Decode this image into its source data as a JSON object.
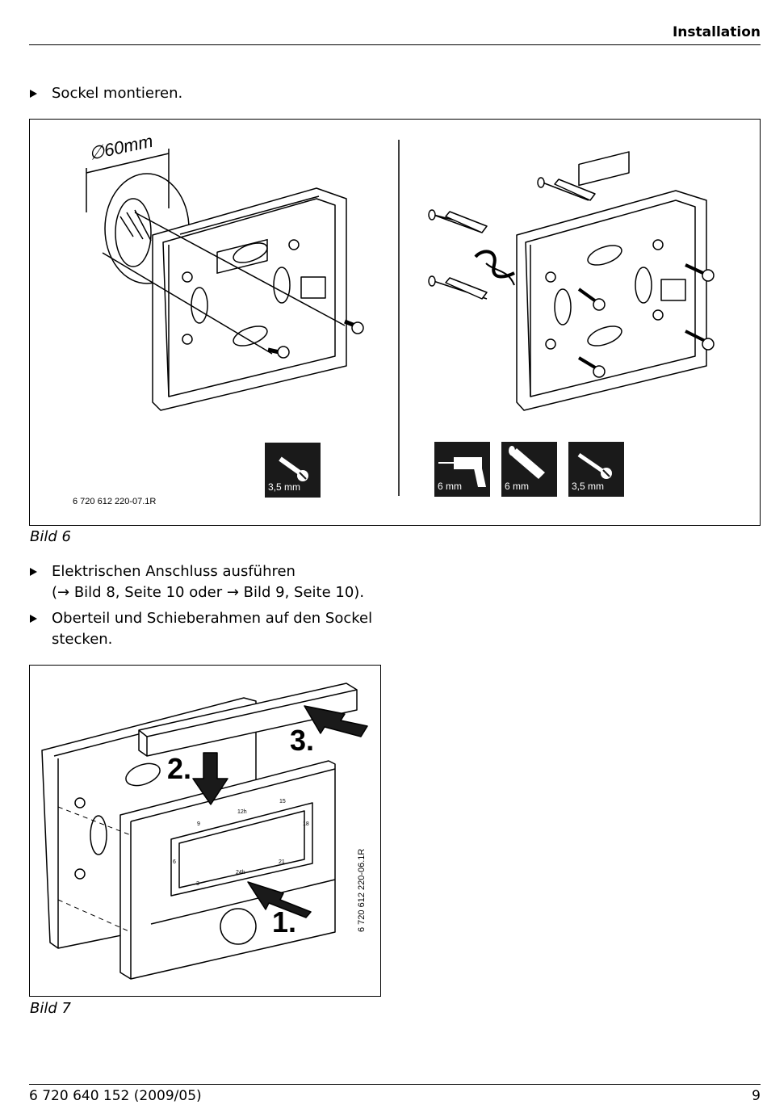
{
  "header": {
    "title": "Installation"
  },
  "steps": {
    "mount": "Sockel montieren.",
    "elec_line1": "Elektrischen Anschluss ausführen",
    "elec_line2": "(→ Bild 8, Seite 10 oder → Bild 9, Seite 10).",
    "top_line1": "Oberteil und Schieberahmen auf den Sockel",
    "top_line2": "stecken."
  },
  "figure6": {
    "diameter": "∅60mm",
    "code": "6 720 612 220-07.1R",
    "screw_label": "3,5 mm",
    "drill_label": "6 mm",
    "dowel_label": "6 mm",
    "screw2_label": "3,5 mm",
    "caption": "Bild 6"
  },
  "figure7": {
    "step1": "1.",
    "step2": "2.",
    "step3": "3.",
    "code": "6 720 612 220-06.1R",
    "dial_12": "12h",
    "dial_24": "24h",
    "dial_9": "9",
    "dial_15": "15",
    "dial_18": "18",
    "dial_21": "21",
    "dial_6": "6",
    "dial_3": "3",
    "caption": "Bild 7"
  },
  "footer": {
    "doc_number": "6 720 640 152 (2009/05)",
    "page": "9"
  }
}
